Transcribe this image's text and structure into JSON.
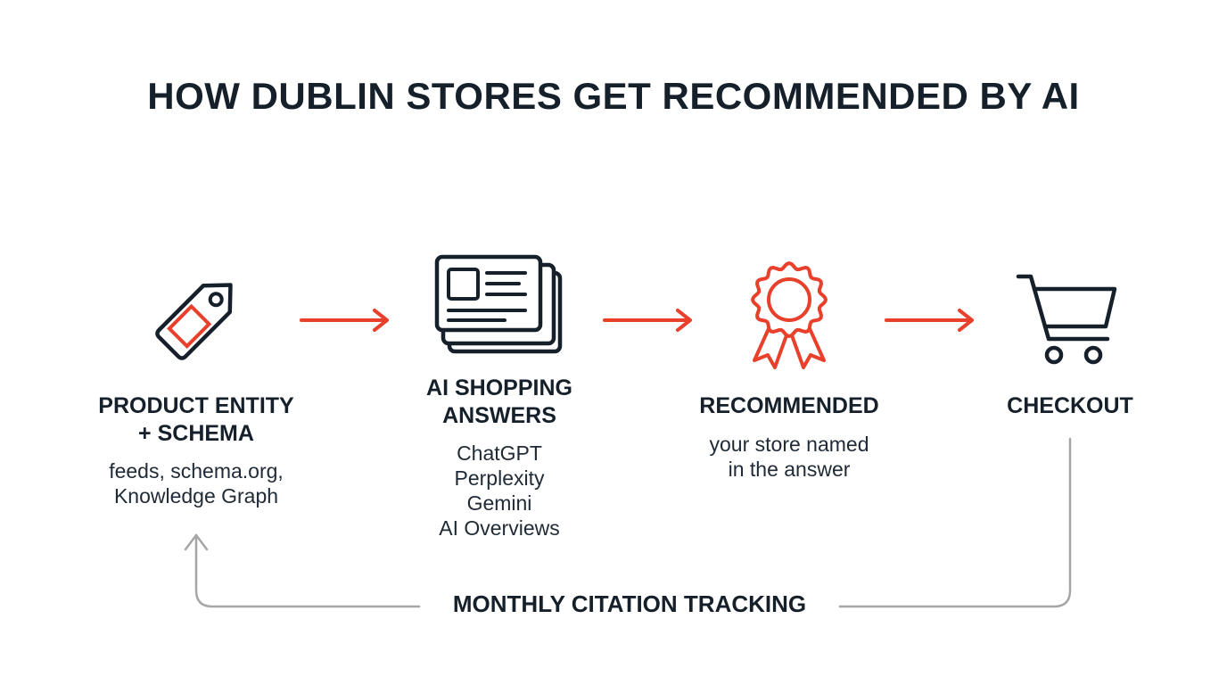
{
  "title": "HOW DUBLIN STORES GET RECOMMENDED BY AI",
  "colors": {
    "ink": "#16202b",
    "accent": "#e8402a",
    "loop_line": "#a6a6a6"
  },
  "steps": [
    {
      "icon": "price-tag-icon",
      "label_lines": [
        "PRODUCT ENTITY",
        "+ SCHEMA"
      ],
      "desc_lines": [
        "feeds, schema.org,",
        "Knowledge Graph"
      ]
    },
    {
      "icon": "stacked-cards-icon",
      "label_lines": [
        "AI SHOPPING",
        "ANSWERS"
      ],
      "desc_lines": [
        "ChatGPT",
        "Perplexity",
        "Gemini",
        "AI Overviews"
      ]
    },
    {
      "icon": "award-ribbon-icon",
      "label_lines": [
        "RECOMMENDED"
      ],
      "desc_lines": [
        "your store named",
        "in the answer"
      ]
    },
    {
      "icon": "shopping-cart-icon",
      "label_lines": [
        "CHECKOUT"
      ],
      "desc_lines": []
    }
  ],
  "loop": {
    "label": "MONTHLY CITATION TRACKING"
  }
}
